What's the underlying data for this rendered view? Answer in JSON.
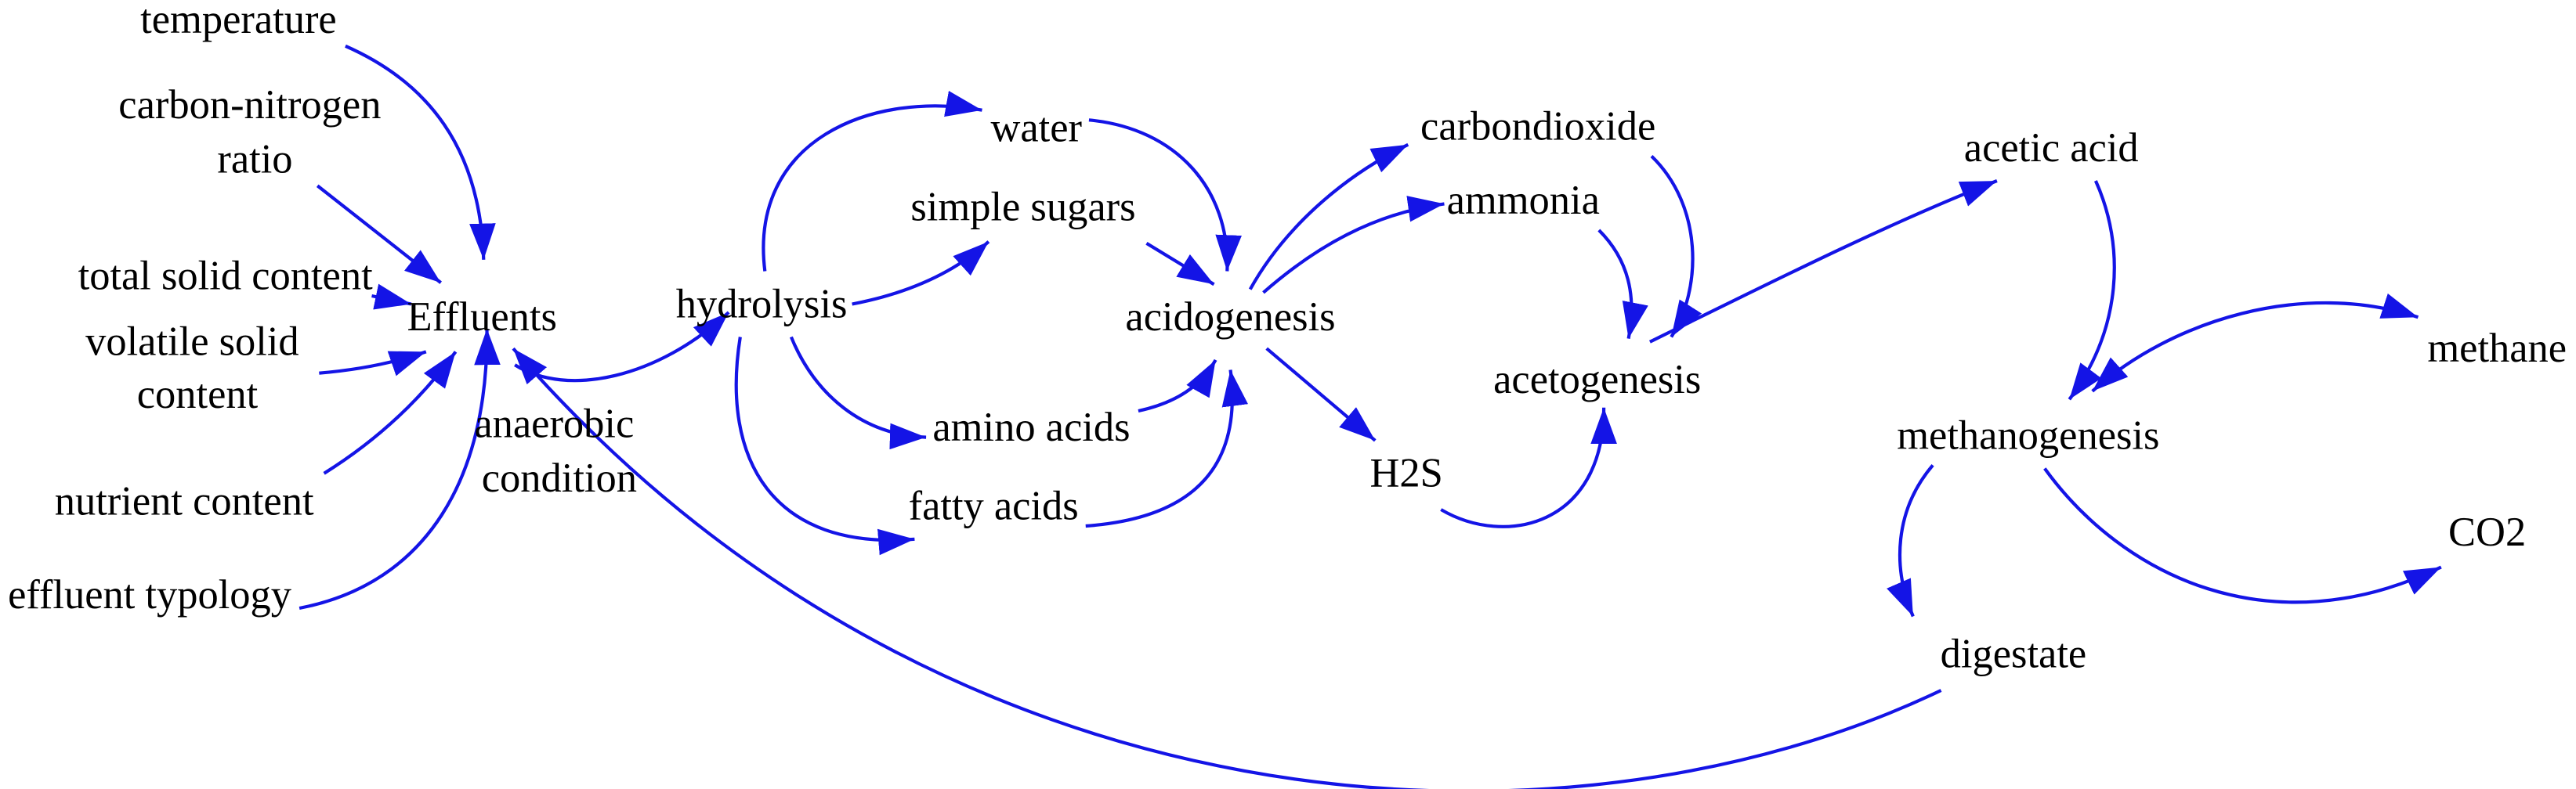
{
  "nodes": {
    "temperature": "temperature",
    "carbon_nitrogen_ratio": [
      "carbon-nitrogen",
      "ratio"
    ],
    "total_solid_content": "total solid content",
    "effluents": "Effluents",
    "volatile_solid_content": [
      "volatile solid",
      "content"
    ],
    "anaerobic_condition": [
      "anaerobic",
      "condition"
    ],
    "nutrient_content": "nutrient content",
    "effluent_typology": "effluent typology",
    "hydrolysis": "hydrolysis",
    "water": "water",
    "simple_sugars": "simple sugars",
    "acidogenesis": "acidogenesis",
    "amino_acids": "amino acids",
    "fatty_acids": "fatty acids",
    "carbondioxide": "carbondioxide",
    "ammonia": "ammonia",
    "h2s": "H2S",
    "acetogenesis": "acetogenesis",
    "acetic_acid": "acetic acid",
    "methane": "methane",
    "methanogenesis": "methanogenesis",
    "co2": "CO2",
    "digestate": "digestate"
  },
  "colors": {
    "arrow": "#1414e6",
    "label": "#000000"
  }
}
